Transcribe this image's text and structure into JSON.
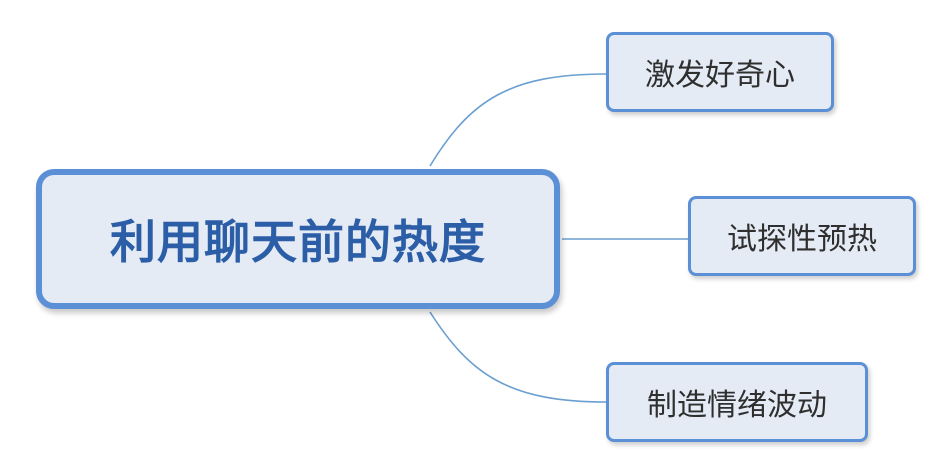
{
  "diagram": {
    "root": {
      "label": "利用聊天前的热度"
    },
    "children": [
      {
        "label": "激发好奇心"
      },
      {
        "label": "试探性预热"
      },
      {
        "label": "制造情绪波动"
      }
    ],
    "colors": {
      "node_fill": "#e4ebf5",
      "border": "#5b8fd6",
      "root_text": "#2b5ea7",
      "child_text": "#2f2f2f",
      "connector": "#6a9fd0"
    }
  }
}
